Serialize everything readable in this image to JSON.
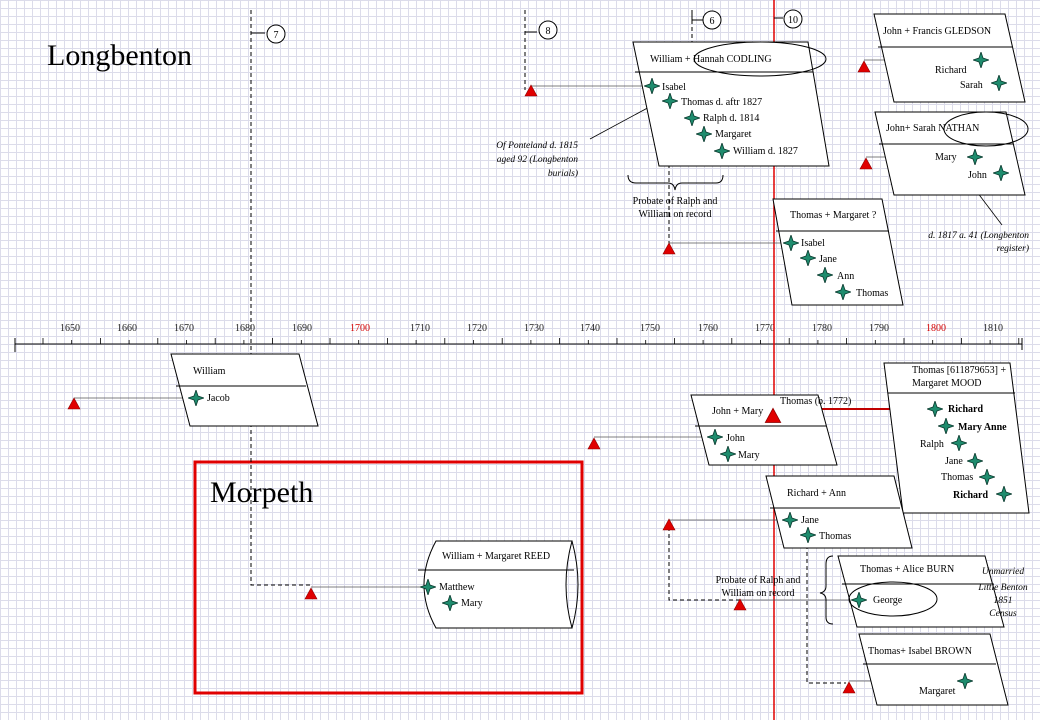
{
  "regions": {
    "north": "Longbenton",
    "south": "Morpeth"
  },
  "timeline": {
    "labels": [
      "1650",
      "1660",
      "1670",
      "1680",
      "1690",
      "1700",
      "1710",
      "1720",
      "1730",
      "1740",
      "1750",
      "1760",
      "1770",
      "1780",
      "1790",
      "1800",
      "1810"
    ],
    "highlight_labels": [
      "1700",
      "1800"
    ],
    "start_year": 1650,
    "end_year": 1810
  },
  "markers": [
    {
      "id": "marker-7",
      "label": "7"
    },
    {
      "id": "marker-8",
      "label": "8"
    },
    {
      "id": "marker-6",
      "label": "6"
    },
    {
      "id": "marker-10",
      "label": "10"
    }
  ],
  "families": [
    {
      "id": "codling",
      "title": "William + Hannah CODLING",
      "children": [
        {
          "name": "Isabel"
        },
        {
          "name": "Thomas d. aftr 1827"
        },
        {
          "name": "Ralph d. 1814"
        },
        {
          "name": "Margaret"
        },
        {
          "name": "William d. 1827"
        }
      ]
    },
    {
      "id": "gledson",
      "title": "John + Francis GLEDSON",
      "children": [
        {
          "name": "Richard"
        },
        {
          "name": "Sarah"
        }
      ]
    },
    {
      "id": "nathan",
      "title": "John+ Sarah NATHAN",
      "children": [
        {
          "name": "Mary"
        },
        {
          "name": "John"
        }
      ]
    },
    {
      "id": "thomas-margaret",
      "title": "Thomas + Margaret ?",
      "children": [
        {
          "name": "Isabel"
        },
        {
          "name": "Jane"
        },
        {
          "name": "Ann"
        },
        {
          "name": "Thomas"
        }
      ]
    },
    {
      "id": "william",
      "title": "William",
      "children": [
        {
          "name": "Jacob"
        }
      ]
    },
    {
      "id": "mood",
      "title_lines": [
        "Thomas [611879653] +",
        "Margaret MOOD"
      ],
      "children": [
        {
          "name": "Richard",
          "bold": true
        },
        {
          "name": "Mary Anne",
          "bold": true
        },
        {
          "name": "Ralph"
        },
        {
          "name": "Jane"
        },
        {
          "name": "Thomas"
        },
        {
          "name": "Richard",
          "bold": true
        }
      ]
    },
    {
      "id": "john-mary",
      "title": "John + Mary",
      "children": [
        {
          "name": "John"
        },
        {
          "name": "Mary"
        }
      ]
    },
    {
      "id": "richard-ann",
      "title": "Richard + Ann",
      "children": [
        {
          "name": "Jane"
        },
        {
          "name": "Thomas"
        }
      ]
    },
    {
      "id": "reed",
      "title": "William + Margaret REED",
      "children": [
        {
          "name": "Matthew"
        },
        {
          "name": "Mary"
        }
      ]
    },
    {
      "id": "burn",
      "title": "Thomas + Alice BURN",
      "children": [
        {
          "name": "George"
        }
      ]
    },
    {
      "id": "brown",
      "title": "Thomas+ Isabel BROWN",
      "children": [
        {
          "name": "Margaret"
        }
      ]
    }
  ],
  "thomas_birth": "Thomas (b. 1772)",
  "notes": {
    "ponteland": [
      "Of Ponteland d. 1815",
      "aged 92 (Longbenton",
      "burials)"
    ],
    "probate_top": [
      "Probate of Ralph and",
      "William on record"
    ],
    "probate_bottom": [
      "Probate of Ralph and",
      "William on record"
    ],
    "nathan_death": [
      "d. 1817 a. 41 (Longbenton",
      "register)"
    ],
    "unmarried": [
      "Unmarried",
      "Little Benton",
      "1851",
      "Census"
    ]
  },
  "colors": {
    "accent_red": "#e00000",
    "triangle_red": "#e00000",
    "star_fill": "#1f8c6e",
    "grid": "#dcdcea"
  }
}
